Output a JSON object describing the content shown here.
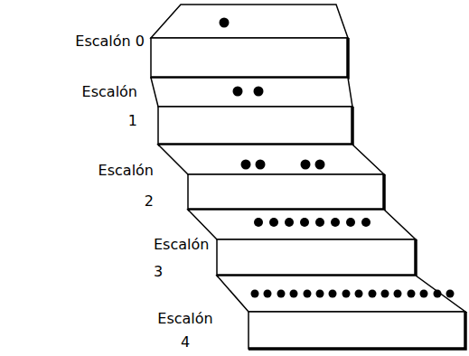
{
  "diagram": {
    "labels": [
      "Escalón 0",
      "Escalón 1",
      "Escalón 2",
      "Escalón 3",
      "Escalón 4"
    ]
  }
}
